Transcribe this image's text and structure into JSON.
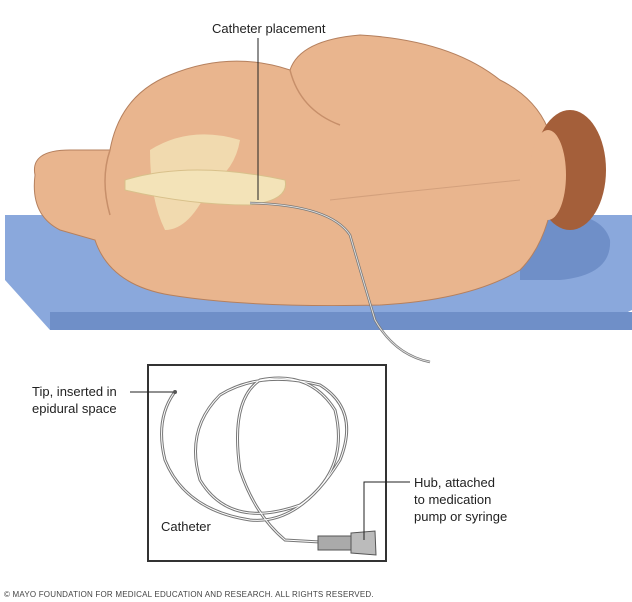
{
  "labels": {
    "catheter_placement": "Catheter placement",
    "tip": "Tip, inserted in\nepidural space",
    "catheter": "Catheter",
    "hub": "Hub, attached\nto medication\npump or syringe"
  },
  "copyright": "© MAYO FOUNDATION FOR MEDICAL EDUCATION AND RESEARCH. ALL RIGHTS RESERVED.",
  "colors": {
    "skin": "#e9b58e",
    "mat": "#7f9fd6",
    "hair": "#a45f3a",
    "spine": "#f3e3b8"
  }
}
